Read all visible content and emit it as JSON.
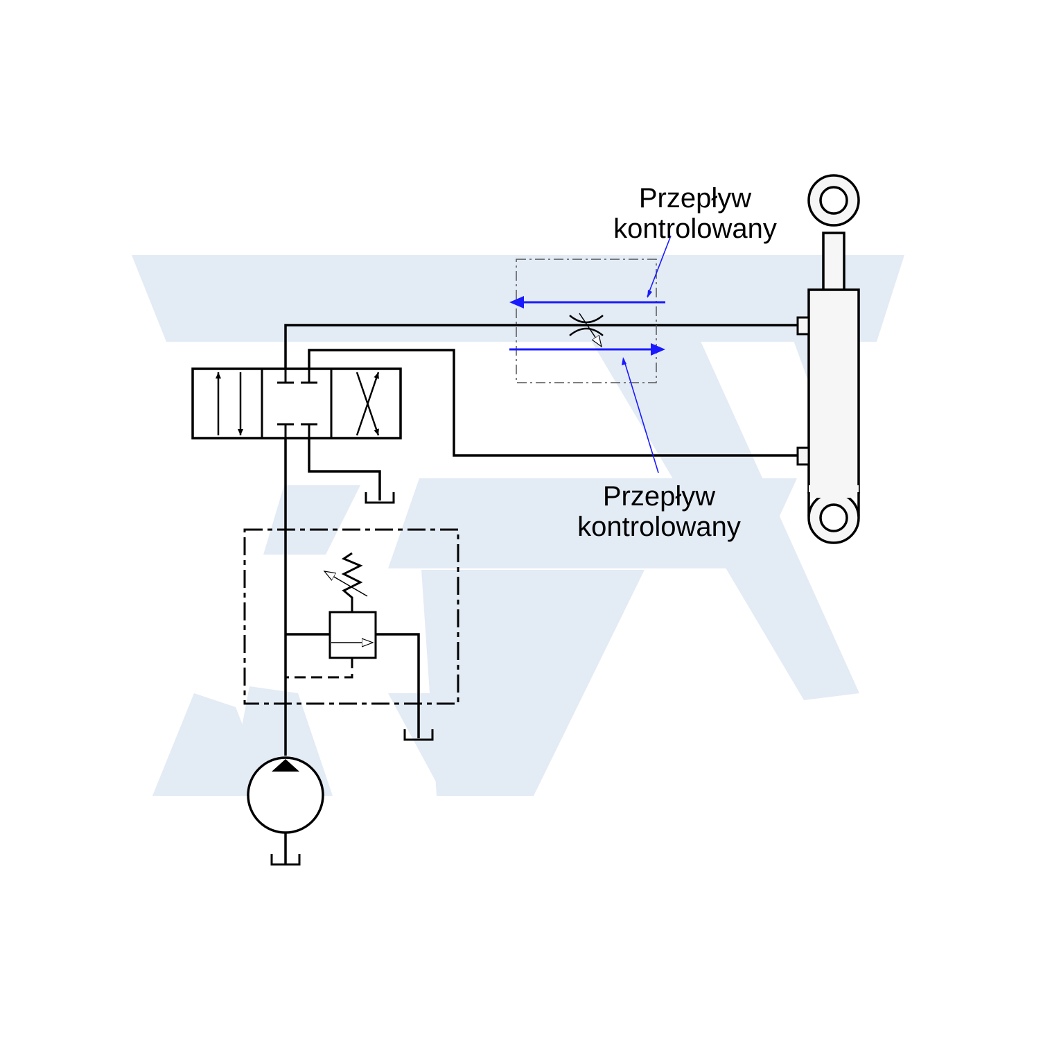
{
  "labels": {
    "top": {
      "line1": "Przepływ",
      "line2": "kontrolowany"
    },
    "bottom": {
      "line1": "Przepływ",
      "line2": "kontrolowany"
    }
  },
  "colors": {
    "line": "#000000",
    "flow_arrow": "#1a1aff",
    "watermark": "#e3ebf5",
    "background": "#ffffff"
  },
  "components": [
    "directional-control-valve",
    "double-acting-cylinder",
    "adjustable-throttle-valve",
    "pressure-relief-valve",
    "hydraulic-pump",
    "tank"
  ]
}
